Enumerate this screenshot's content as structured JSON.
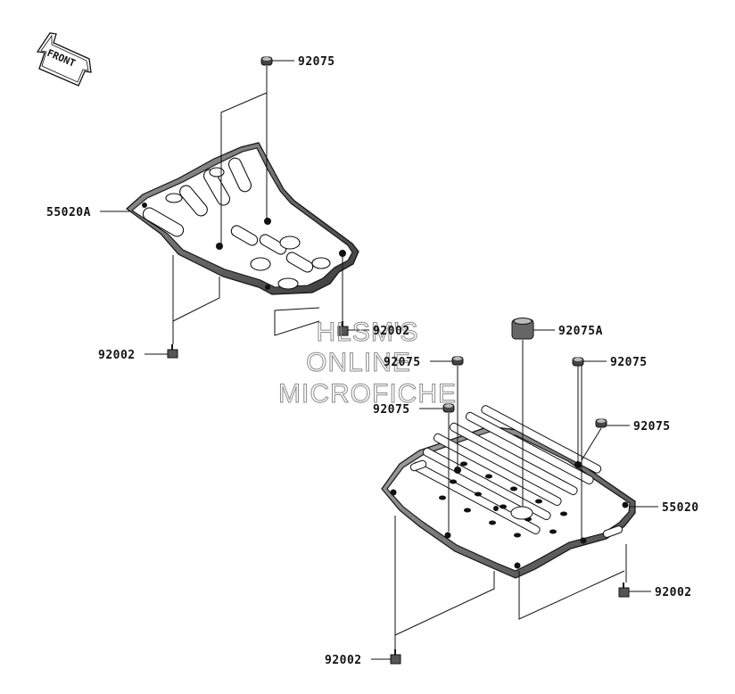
{
  "front_arrow": {
    "label": "FRONT"
  },
  "callouts": [
    {
      "id": "92075-top",
      "text": "92075"
    },
    {
      "id": "55020A",
      "text": "55020A"
    },
    {
      "id": "92002-upper-right",
      "text": "92002"
    },
    {
      "id": "92002-upper-left",
      "text": "92002"
    },
    {
      "id": "92075A",
      "text": "92075A"
    },
    {
      "id": "92075-mid-1",
      "text": "92075"
    },
    {
      "id": "92075-mid-2",
      "text": "92075"
    },
    {
      "id": "92075-right-1",
      "text": "92075"
    },
    {
      "id": "92075-right-2",
      "text": "92075"
    },
    {
      "id": "55020",
      "text": "55020"
    },
    {
      "id": "92002-lower-right",
      "text": "92002"
    },
    {
      "id": "92002-lower-left",
      "text": "92002"
    }
  ],
  "watermark": {
    "line1": "HLSM'S",
    "line2": "ONLINE",
    "line3": "MICROFICHE"
  }
}
